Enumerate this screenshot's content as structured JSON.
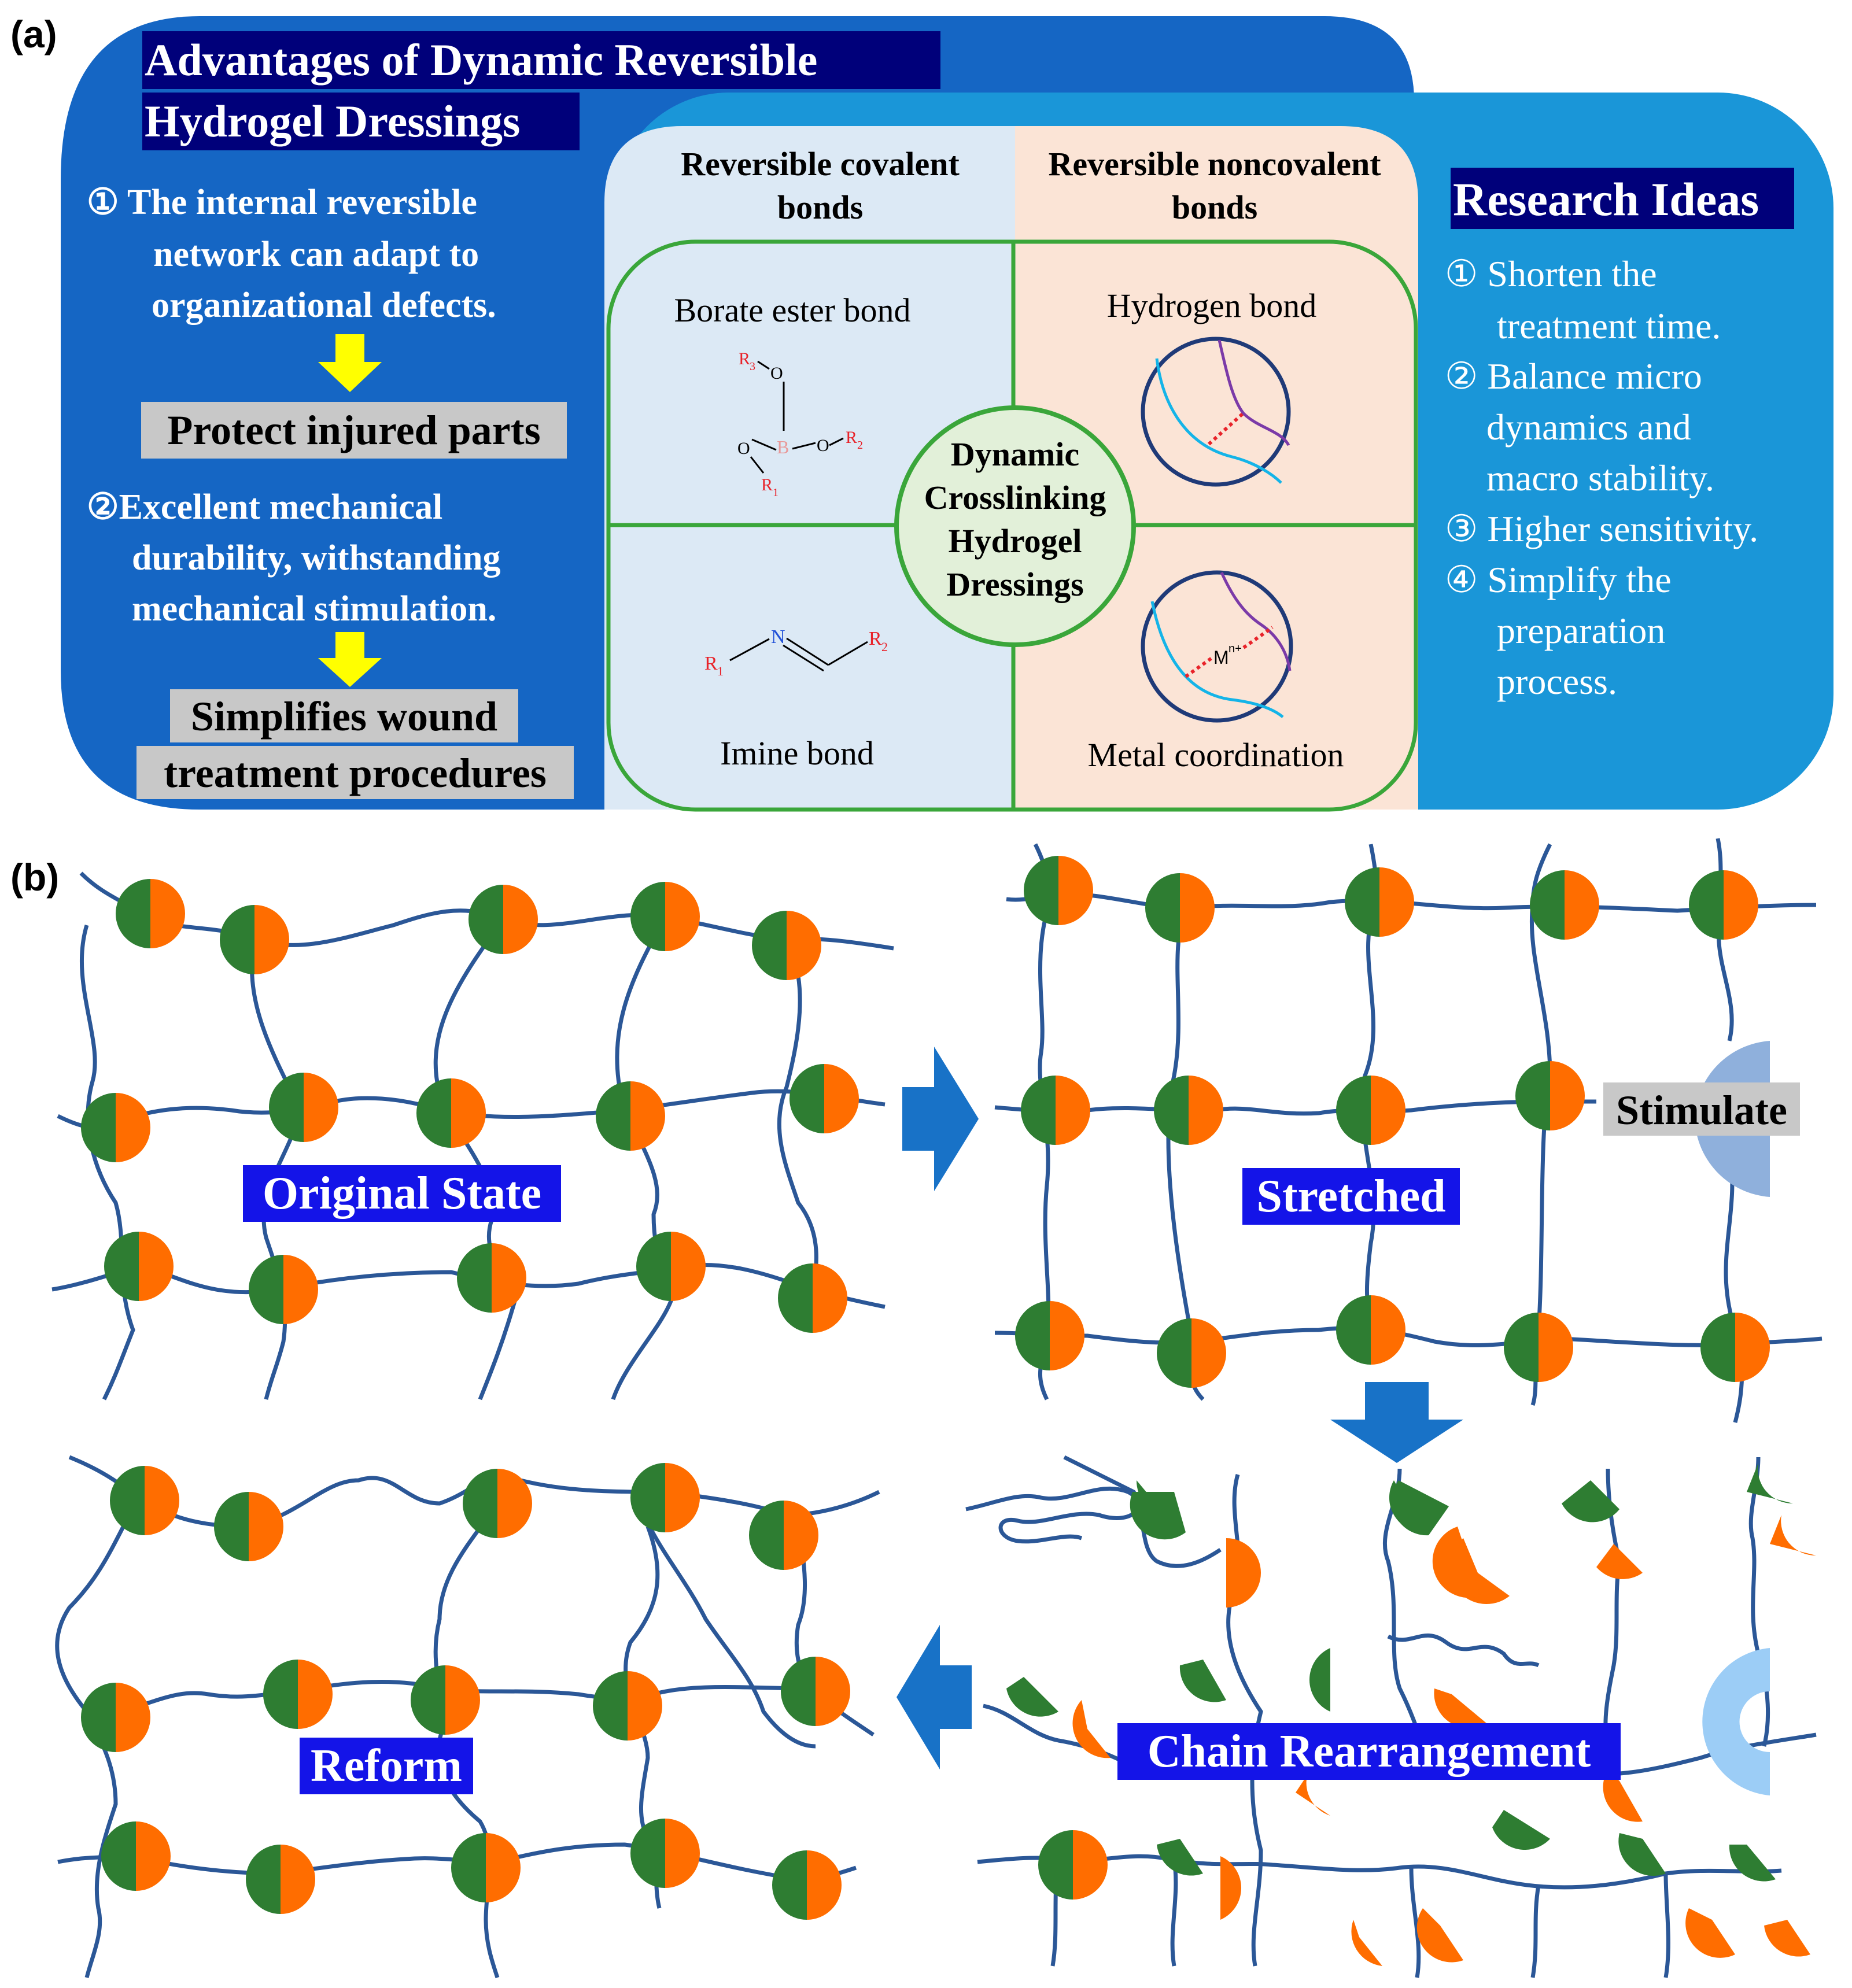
{
  "panel_a": {
    "label": "(a)",
    "advantages": {
      "title_line1": "Advantages of Dynamic Reversible",
      "title_line2": "Hydrogel Dressings",
      "item1_line1": "① The internal reversible",
      "item1_line2": "network can adapt to",
      "item1_line3": "organizational defects.",
      "result1": "Protect injured parts",
      "item2_line1": "②Excellent mechanical",
      "item2_line2": "durability, withstanding",
      "item2_line3": "mechanical stimulation.",
      "result2_line1": "Simplifies wound",
      "result2_line2": "treatment procedures"
    },
    "center": {
      "covalent_line1": "Reversible covalent",
      "covalent_line2": "bonds",
      "noncovalent_line1": "Reversible noncovalent",
      "noncovalent_line2": "bonds",
      "borate": "Borate ester bond",
      "hydrogen": "Hydrogen bond",
      "imine": "Imine bond",
      "metal": "Metal coordination",
      "hub_line1": "Dynamic",
      "hub_line2": "Crosslinking",
      "hub_line3": "Hydrogel",
      "hub_line4": "Dressings",
      "chem": {
        "B": "B",
        "O": "O",
        "N": "N",
        "R": "R",
        "sub1": "1",
        "sub2": "2",
        "sub3": "3",
        "M": "M",
        "n_plus": "n+"
      }
    },
    "research": {
      "title": "Research Ideas",
      "line1": "① Shorten the",
      "line2": "treatment time.",
      "line3": "② Balance micro",
      "line4": "dynamics and",
      "line5": "macro stability.",
      "line6": "③ Higher sensitivity.",
      "line7": "④ Simplify the",
      "line8": "preparation",
      "line9": "process."
    }
  },
  "panel_b": {
    "label": "(b)",
    "original": "Original State",
    "stretched": "Stretched",
    "stimulate": "Stimulate",
    "rearrange": "Chain Rearrangement",
    "reform": "Reform"
  },
  "colors": {
    "outer_panel": "#1566c4",
    "research_panel": "#1a96d8",
    "covalent_bg": "#dce9f5",
    "noncovalent_bg": "#fbe4d6",
    "green_frame": "#3aa63a",
    "hub_fill": "#e2f0d9",
    "label_bg": "#00007a",
    "highlight_label": "#1414e8",
    "grey_box": "#c8c8c8",
    "arrow_yellow": "#ffff00",
    "chain": "#2b5797",
    "bead_green": "#2e7d32",
    "bead_orange": "#ff6d00",
    "flow_arrow": "#1872c7",
    "stimulus": "#8fb0dc",
    "stimulus_light": "#9ccdf6",
    "chem_red": "#e8232a",
    "chem_pink": "#e89a9a",
    "chem_blue": "#2050d8"
  }
}
